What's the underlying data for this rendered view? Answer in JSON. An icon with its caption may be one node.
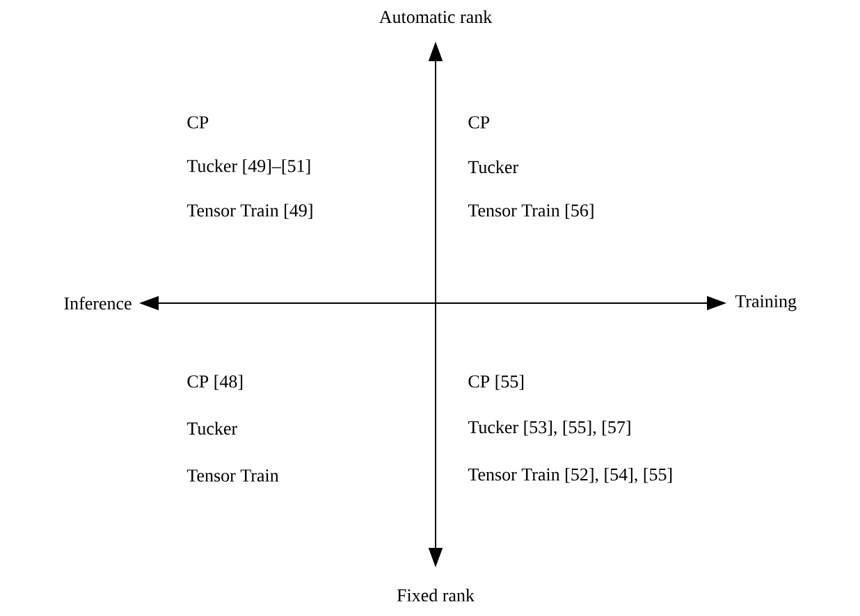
{
  "diagram": {
    "labels": [
      "Automatic rank",
      "CP",
      "Tucker [49]–[51]",
      "Tensor Train [49]",
      "CP",
      "Tucker",
      "Tensor Train [56]",
      "Inference",
      "Training",
      "CP [48]",
      "Tucker",
      "Tensor Train",
      "CP [55]",
      "Tucker [53], [55], [57]",
      "Tensor Train [52], [54], [55]",
      "Fixed rank"
    ]
  }
}
